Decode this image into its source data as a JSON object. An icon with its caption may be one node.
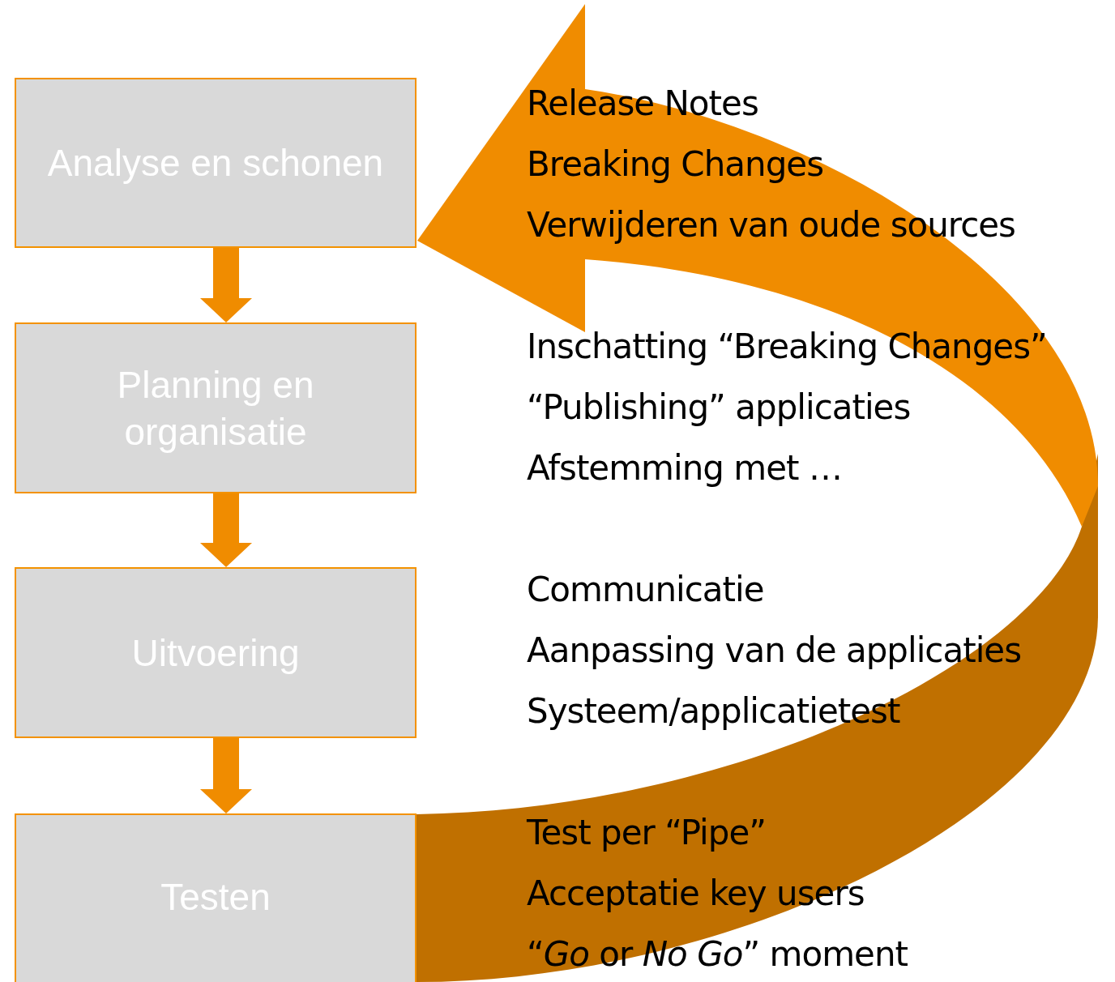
{
  "diagram": {
    "nodes": [
      {
        "text": [
          "Analyse en schonen"
        ]
      },
      {
        "text": [
          "Planning en organisatie"
        ]
      },
      {
        "text": [
          "Uitvoering"
        ]
      },
      {
        "text": [
          "Testen"
        ]
      }
    ],
    "edges": [
      {
        "from": 0,
        "to": 1,
        "arrow": "to",
        "style": "thick"
      },
      {
        "from": 1,
        "to": 2,
        "arrow": "to",
        "style": "thick"
      },
      {
        "from": 2,
        "to": 3,
        "arrow": "to",
        "style": "thick"
      },
      {
        "from": 3,
        "to": 0,
        "arrow": "to",
        "style": "thick"
      }
    ],
    "labels": [
      "Release Notes",
      "Breaking Changes",
      "Verwijderen van oude sources",
      "Inschatting “Breaking Changes”",
      "“Publishing” applicaties",
      "Afstemming met …",
      "Communicatie",
      "Aanpassing van de applicaties",
      "Systeem/applicatietest",
      "Test per “Pipe”",
      "Acceptatie key users",
      "“*Go* or *No Go*” moment"
    ]
  }
}
